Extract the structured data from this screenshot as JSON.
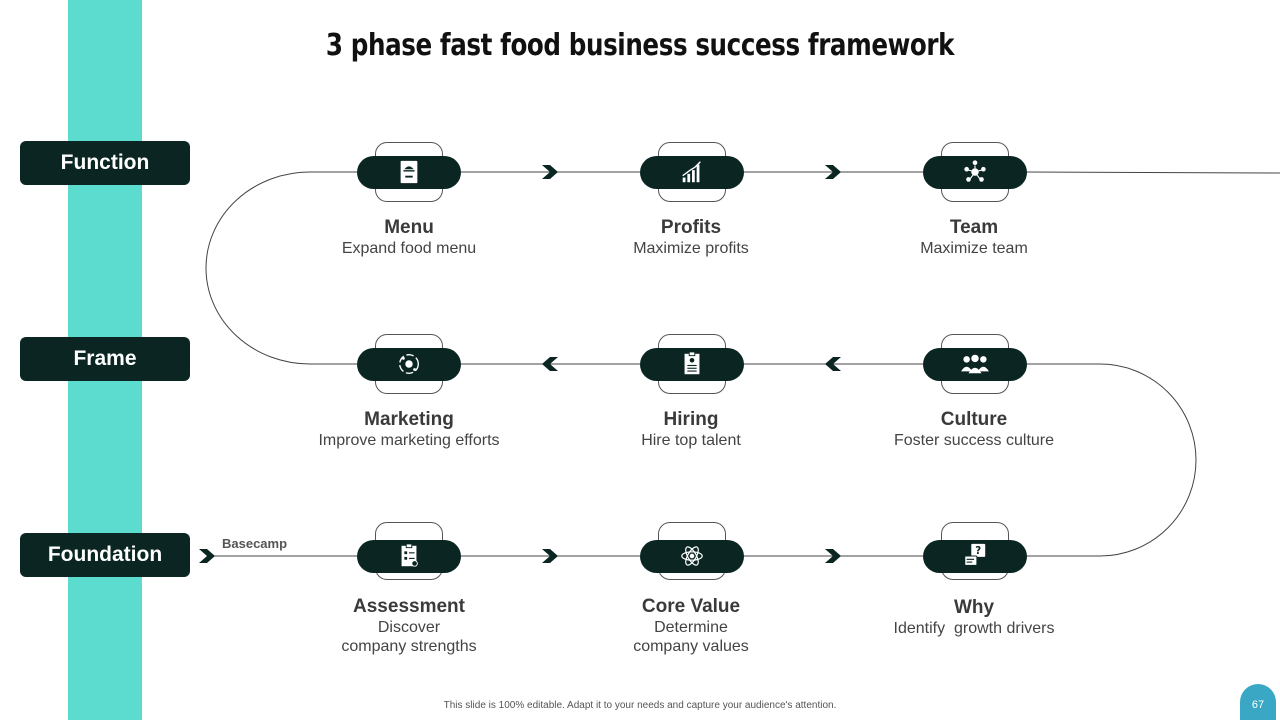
{
  "slide": {
    "title": "3 phase fast food business success framework",
    "footer": "This slide is 100% editable. Adapt it to your needs and capture your audience's attention.",
    "page_number": "67",
    "basecamp_label": "Basecamp",
    "colors": {
      "accent_strip": "#5cdccf",
      "dark": "#0b2622",
      "page_badge": "#3aa8c4"
    }
  },
  "phases": [
    {
      "label": "Function"
    },
    {
      "label": "Frame"
    },
    {
      "label": "Foundation"
    }
  ],
  "items": {
    "menu": {
      "title": "Menu",
      "desc": "Expand food menu",
      "icon": "menu-card-icon"
    },
    "profits": {
      "title": "Profits",
      "desc": "Maximize profits",
      "icon": "growth-chart-icon"
    },
    "team": {
      "title": "Team",
      "desc": "Maximize team",
      "icon": "team-network-icon"
    },
    "marketing": {
      "title": "Marketing",
      "desc": "Improve marketing efforts",
      "icon": "marketing-cycle-icon"
    },
    "hiring": {
      "title": "Hiring",
      "desc": "Hire top talent",
      "icon": "resume-icon"
    },
    "culture": {
      "title": "Culture",
      "desc": "Foster success culture",
      "icon": "people-group-icon"
    },
    "assessment": {
      "title": "Assessment",
      "desc1": "Discover",
      "desc2": "company strengths",
      "icon": "checklist-icon"
    },
    "corevalue": {
      "title": "Core Value",
      "desc1": "Determine",
      "desc2": "company values",
      "icon": "atom-person-icon"
    },
    "why": {
      "title": "Why",
      "desc": "Identify  growth drivers",
      "icon": "question-chat-icon"
    }
  }
}
